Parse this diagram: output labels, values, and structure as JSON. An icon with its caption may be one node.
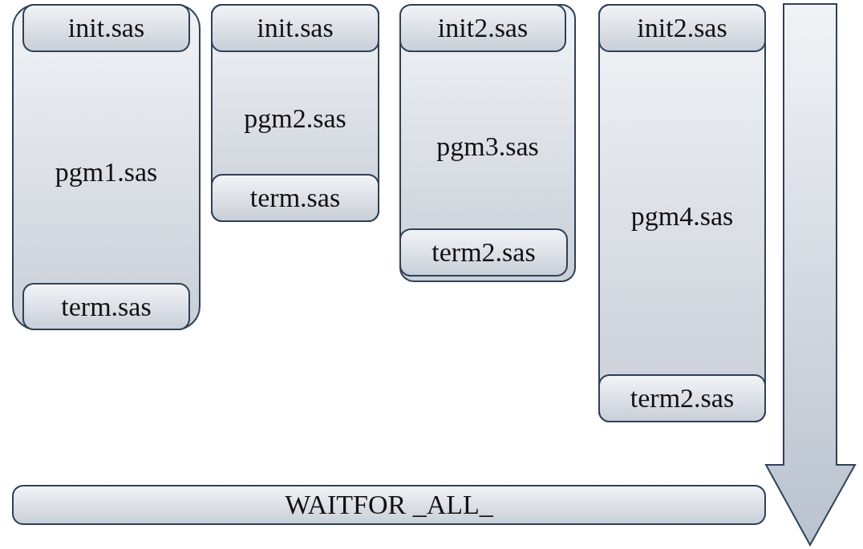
{
  "diagram": {
    "nodes": [
      {
        "text": [
          "pgm1.sas"
        ]
      },
      {
        "text": [
          "init.sas"
        ],
        "in": 0
      },
      {
        "text": [
          "term.sas"
        ],
        "in": 0
      },
      {
        "text": [
          "pgm2.sas"
        ]
      },
      {
        "text": [
          "init.sas"
        ],
        "in": 3
      },
      {
        "text": [
          "term.sas"
        ],
        "in": 3
      },
      {
        "text": [
          "pgm3.sas"
        ]
      },
      {
        "text": [
          "init2.sas"
        ],
        "in": 6
      },
      {
        "text": [
          "term2.sas"
        ],
        "in": 6
      },
      {
        "text": [
          "pgm4.sas"
        ]
      },
      {
        "text": [
          "init2.sas"
        ],
        "in": 9
      },
      {
        "text": [
          "term2.sas"
        ],
        "in": 9
      },
      {
        "text": [
          "WAITFOR _ALL_"
        ]
      }
    ]
  }
}
